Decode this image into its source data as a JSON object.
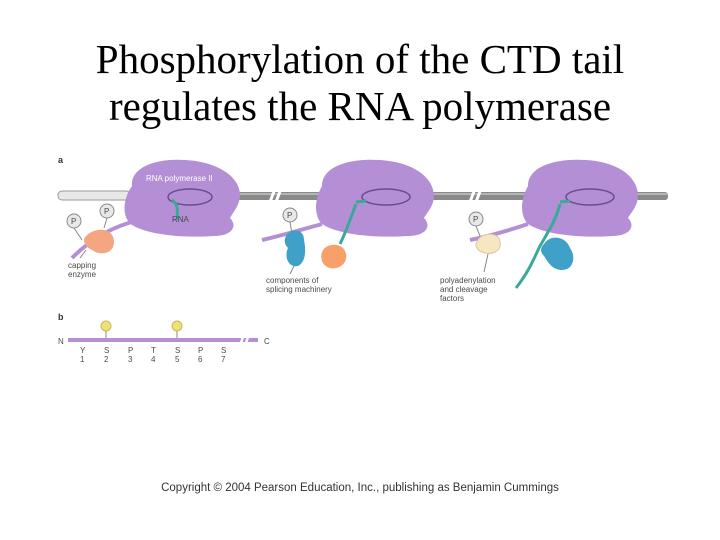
{
  "title": {
    "line1": "Phosphorylation of the CTD tail",
    "line2": "regulates the RNA polymerase"
  },
  "panel_a": {
    "label": "a",
    "polymerase_label": "RNA polymerase II",
    "rna_label": "RNA",
    "phosphate_label": "P",
    "capping_enzyme": [
      "capping",
      "enzyme"
    ],
    "splicing": [
      "components of",
      "splicing machinery"
    ],
    "polyadenylation": [
      "polyadenylation",
      "and cleavage",
      "factors"
    ]
  },
  "panel_b": {
    "label": "b",
    "n_label": "N",
    "c_label": "C",
    "residues": [
      {
        "aa": "Y",
        "pos": "1"
      },
      {
        "aa": "S",
        "pos": "2"
      },
      {
        "aa": "P",
        "pos": "3"
      },
      {
        "aa": "T",
        "pos": "4"
      },
      {
        "aa": "S",
        "pos": "5"
      },
      {
        "aa": "P",
        "pos": "6"
      },
      {
        "aa": "S",
        "pos": "7"
      }
    ]
  },
  "copyright": "Copyright © 2004 Pearson Education, Inc., publishing as Benjamin Cummings",
  "colors": {
    "polymerase": "#b48fd6",
    "dna": "#8a8a8a",
    "capping": "#f4a582",
    "splicing_blue": "#3fa0c8",
    "splicing_orange": "#f7a06a",
    "polyA_cream": "#f6e6c2",
    "rna_teal": "#3aa99a",
    "phosphate": "#f0e07a"
  }
}
